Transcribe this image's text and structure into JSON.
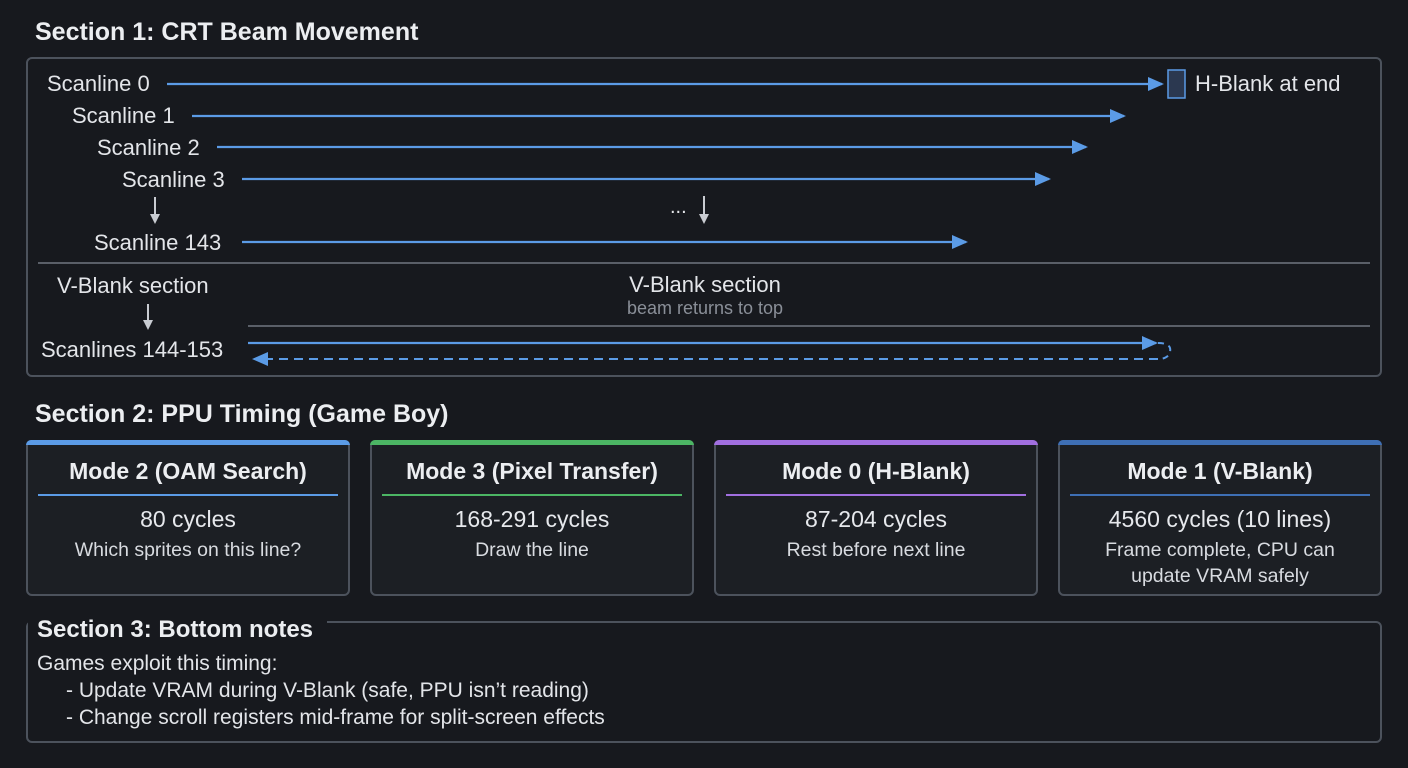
{
  "section1": {
    "title": "Section 1: CRT Beam Movement",
    "scanlines": [
      {
        "label": "Scanline 0"
      },
      {
        "label": "Scanline 1"
      },
      {
        "label": "Scanline 2"
      },
      {
        "label": "Scanline 3"
      },
      {
        "label": "Scanline 143"
      }
    ],
    "hblank_label": "H-Blank at end",
    "ellipsis": "...",
    "vblank_left_label": "V-Blank section",
    "vblank_center_label": "V-Blank section",
    "vblank_center_sub": "beam returns to top",
    "vblank_lines_label": "Scanlines 144-153"
  },
  "section2": {
    "title": "Section 2: PPU Timing (Game Boy)",
    "modes": [
      {
        "title": "Mode 2 (OAM Search)",
        "cycles": "80 cycles",
        "desc": "Which sprites on this line?",
        "accent": "#5b9be6"
      },
      {
        "title": "Mode 3 (Pixel Transfer)",
        "cycles": "168-291 cycles",
        "desc": "Draw the line",
        "accent": "#4cb564"
      },
      {
        "title": "Mode 0 (H-Blank)",
        "cycles": "87-204 cycles",
        "desc": "Rest before next line",
        "accent": "#a16fe0"
      },
      {
        "title": "Mode 1 (V-Blank)",
        "cycles": "4560 cycles (10 lines)",
        "desc": "Frame complete, CPU can update VRAM safely",
        "accent": "#3e6fb5"
      }
    ]
  },
  "section3": {
    "title": "Section 3: Bottom notes",
    "intro": "Games exploit this timing:",
    "items": [
      "- Update VRAM during V-Blank (safe, PPU isn’t reading)",
      "- Change scroll registers mid-frame for split-screen effects"
    ]
  },
  "colors": {
    "background": "#17191e",
    "beam": "#5b9be6",
    "panel_border": "#4c525c"
  }
}
